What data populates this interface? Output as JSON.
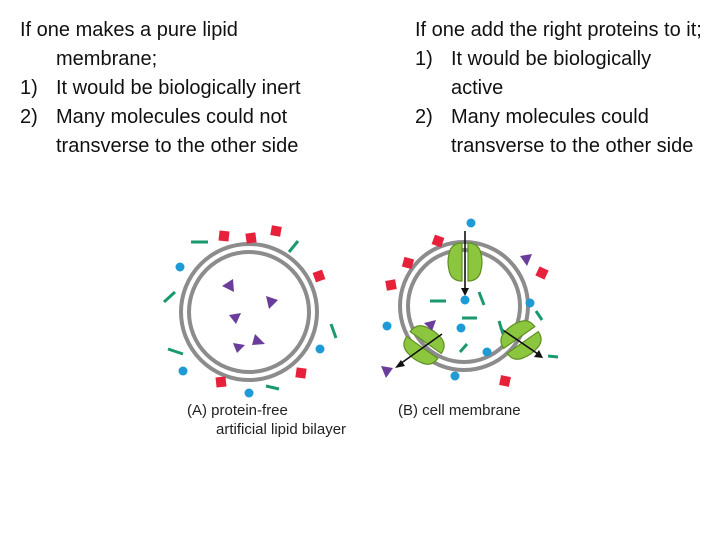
{
  "left_text": {
    "intro": "If one makes a pure lipid membrane;",
    "points": [
      {
        "num": "1)",
        "text": "It would be biologically inert"
      },
      {
        "num": "2)",
        "text": "Many molecules could not transverse to the other side"
      }
    ]
  },
  "right_text": {
    "intro": "If one add the right proteins to it;",
    "points": [
      {
        "num": "1)",
        "text": "It would be biologically active"
      },
      {
        "num": "2)",
        "text": "Many molecules could transverse to the other side"
      }
    ]
  },
  "figure": {
    "caption_a_line1": "(A) protein-free",
    "caption_a_line2": "artificial lipid bilayer",
    "caption_b": "(B) cell membrane"
  },
  "colors": {
    "membrane": "#8c8c8c",
    "protein": "#8cc63f",
    "square": "#e8213b",
    "circle": "#1e9bd7",
    "dash": "#1a9a6c",
    "triangle": "#6a3d9a"
  }
}
